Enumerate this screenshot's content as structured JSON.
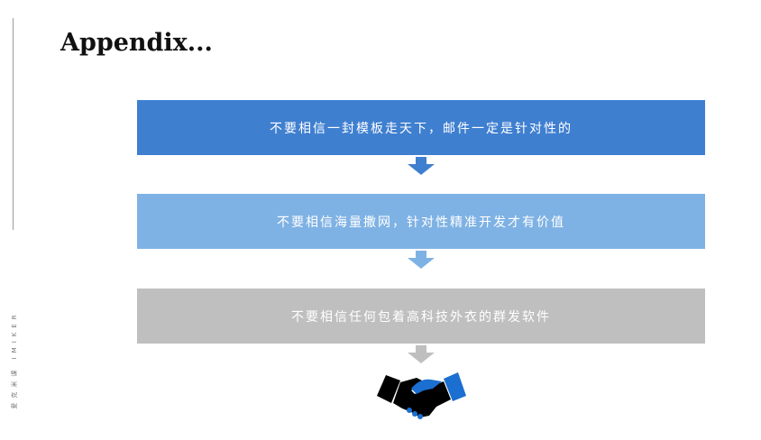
{
  "slide": {
    "title": "Appendix...",
    "side_brand": "爱克米课 IMIKER",
    "steps": [
      {
        "text": "不要相信一封模板走天下，邮件一定是针对性的",
        "color": "#3f7fd0"
      },
      {
        "text": "不要相信海量撒网，针对性精准开发才有价值",
        "color": "#7fb2e4"
      },
      {
        "text": "不要相信任何包着高科技外衣的群发软件",
        "color": "#bfbfbf"
      }
    ],
    "final_icon": "handshake-icon"
  }
}
